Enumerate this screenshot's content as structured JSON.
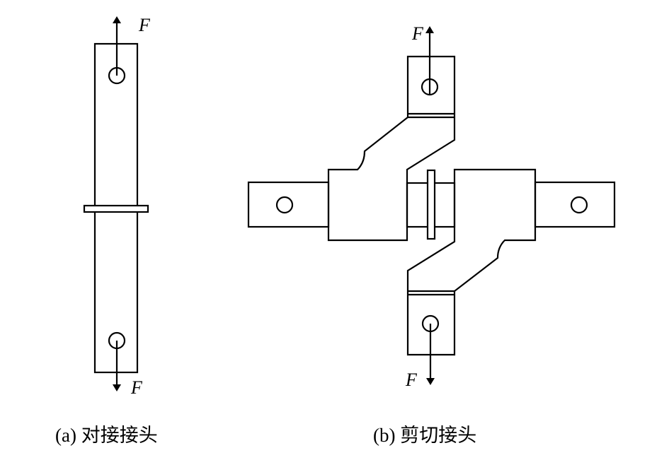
{
  "figure": {
    "panel_a": {
      "force_top": "F",
      "force_bottom": "F",
      "caption": "(a) 对接接头"
    },
    "panel_b": {
      "force_top": "F",
      "force_bottom": "F",
      "caption": "(b) 剪切接头"
    }
  }
}
